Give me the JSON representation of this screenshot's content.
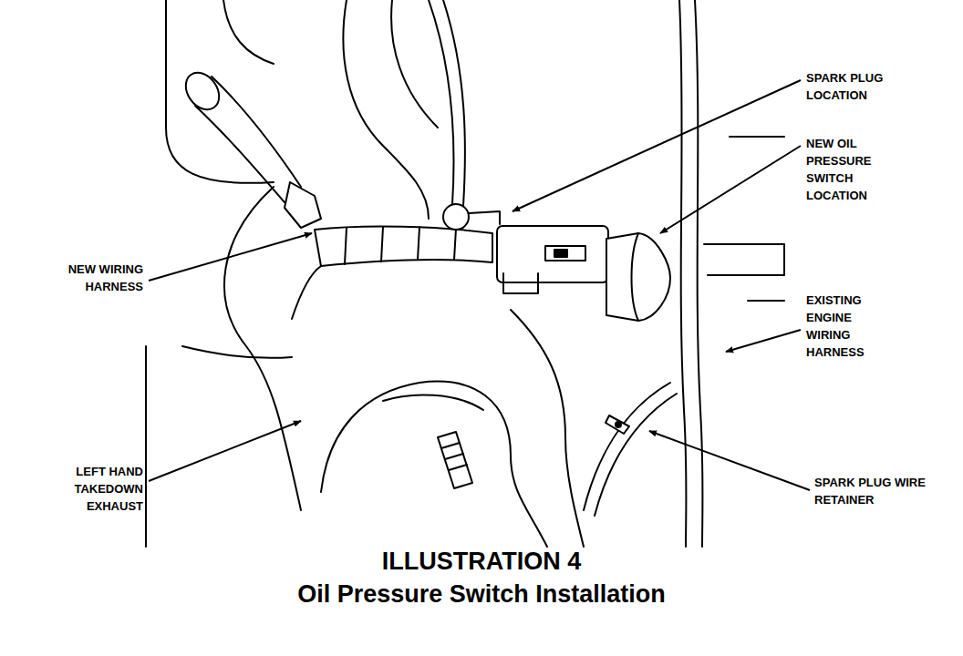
{
  "diagram": {
    "title": "ILLUSTRATION 4",
    "caption": "Oil Pressure Switch Installation",
    "labels": [
      "SPARK PLUG LOCATION",
      "NEW OIL PRESSURE SWITCH LOCATION",
      "NEW WIRING HARNESS",
      "EXISTING ENGINE WIRING HARNESS",
      "LEFT HAND TAKEDOWN EXHAUST",
      "SPARK PLUG WIRE RETAINER"
    ]
  }
}
